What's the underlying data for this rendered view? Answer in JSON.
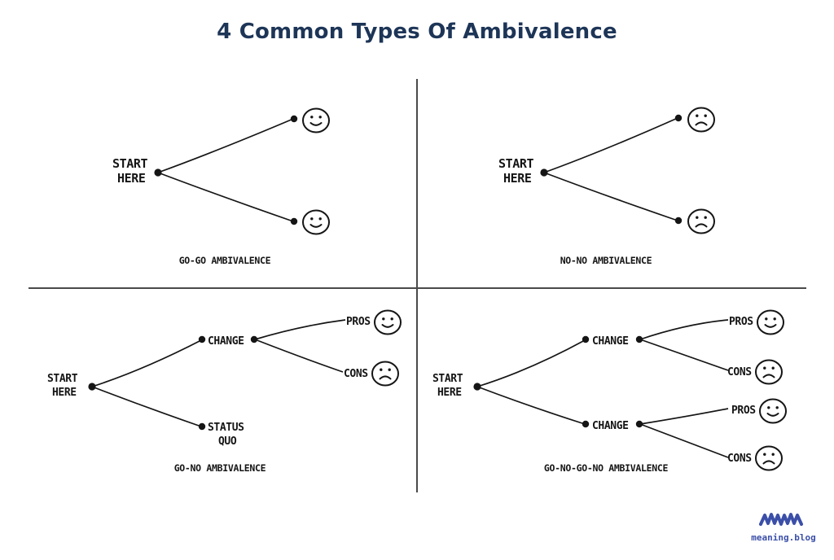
{
  "page": {
    "title": "4 Common Types Of Ambivalence",
    "background": "#ffffff",
    "title_color": "#1d3557",
    "ink_color": "#151515",
    "divider_color": "#4a4a4a"
  },
  "quadrants": [
    {
      "id": "go-go",
      "caption": "GO-GO AMBIVALENCE",
      "root_label_line1": "START",
      "root_label_line2": "HERE",
      "branches": [
        {
          "label": "",
          "face": "happy"
        },
        {
          "label": "",
          "face": "happy"
        }
      ]
    },
    {
      "id": "no-no",
      "caption": "NO-NO AMBIVALENCE",
      "root_label_line1": "START",
      "root_label_line2": "HERE",
      "branches": [
        {
          "label": "",
          "face": "sad"
        },
        {
          "label": "",
          "face": "sad"
        }
      ]
    },
    {
      "id": "go-no",
      "caption": "GO-NO AMBIVALENCE",
      "root_label_line1": "START",
      "root_label_line2": "HERE",
      "nodes": {
        "change": "CHANGE",
        "status_quo_line1": "STATUS",
        "status_quo_line2": "QUO"
      },
      "branches": [
        {
          "label": "PROS",
          "face": "happy"
        },
        {
          "label": "CONS",
          "face": "sad"
        }
      ]
    },
    {
      "id": "go-no-go-no",
      "caption": "GO-NO-GO-NO AMBIVALENCE",
      "root_label_line1": "START",
      "root_label_line2": "HERE",
      "nodes": {
        "change_top": "CHANGE",
        "change_bottom": "CHANGE"
      },
      "branches": [
        {
          "label": "PROS",
          "face": "happy"
        },
        {
          "label": "CONS",
          "face": "sad"
        },
        {
          "label": "PROS",
          "face": "happy"
        },
        {
          "label": "CONS",
          "face": "sad"
        }
      ]
    }
  ],
  "logo": {
    "wordmark": "meaning.blog",
    "mark": "squiggle-mark",
    "color": "#3b4fa8"
  }
}
